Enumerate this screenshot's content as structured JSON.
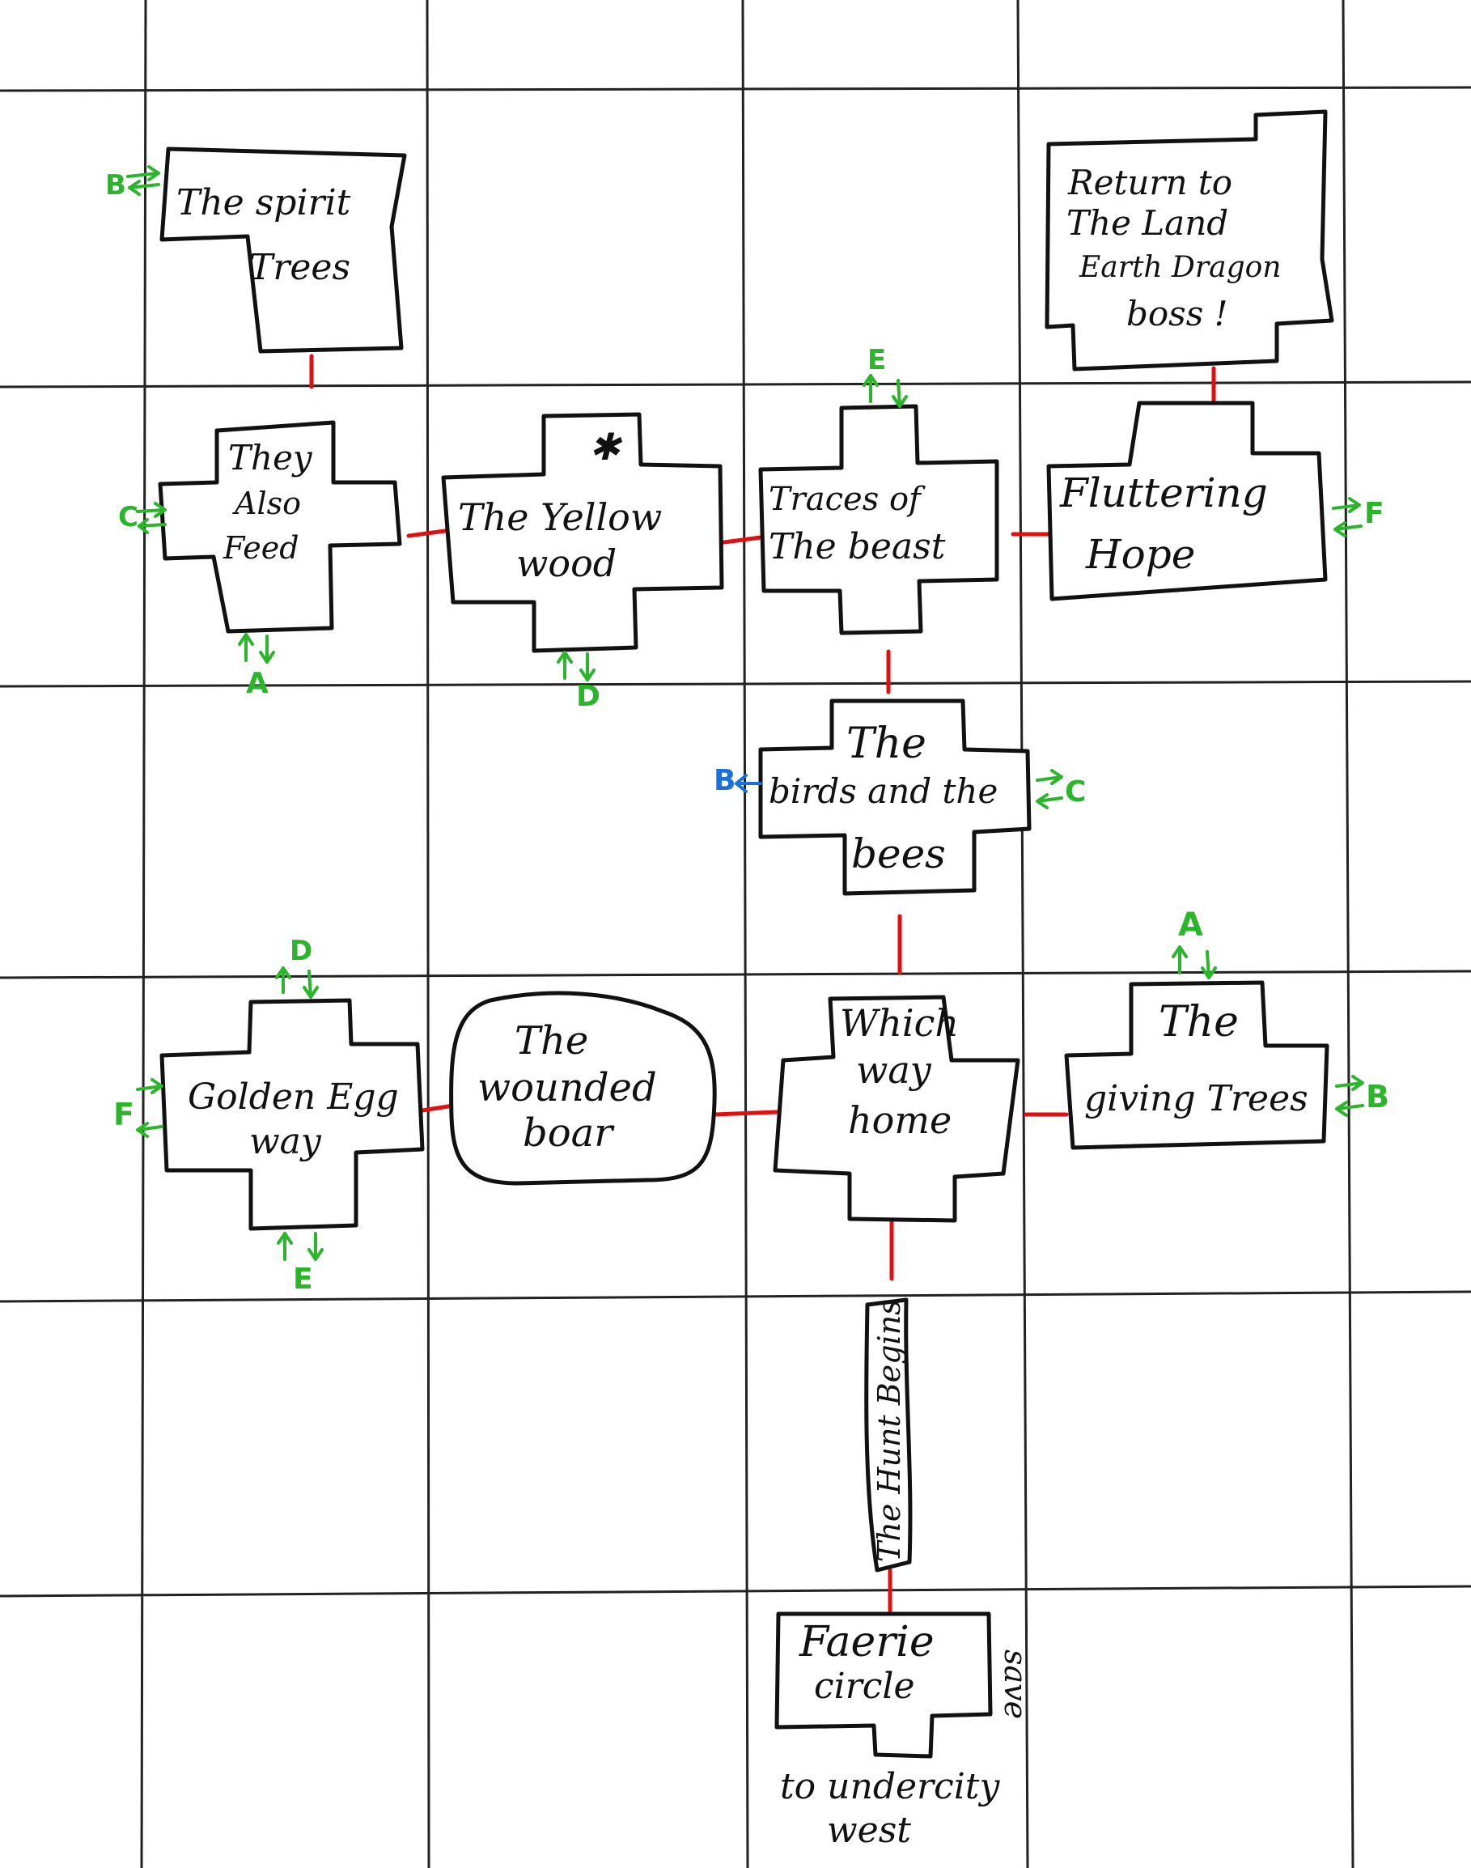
{
  "rooms": {
    "spirit_trees": {
      "lines": [
        "The spirit",
        "Trees"
      ]
    },
    "return_land": {
      "lines": [
        "Return to",
        "The Land",
        "Earth Dragon",
        "boss !"
      ]
    },
    "they_also_feed": {
      "lines": [
        "They",
        "Also",
        "Feed"
      ]
    },
    "yellow_wood": {
      "lines": [
        "The Yellow",
        "wood"
      ],
      "star": "✱"
    },
    "traces_beast": {
      "lines": [
        "Traces of",
        "The beast"
      ]
    },
    "fluttering_hope": {
      "lines": [
        "Fluttering",
        "Hope"
      ]
    },
    "birds_bees": {
      "lines": [
        "The",
        "birds and the",
        "bees"
      ]
    },
    "golden_egg": {
      "lines": [
        "Golden Egg",
        "way"
      ]
    },
    "wounded_boar": {
      "lines": [
        "The",
        "wounded",
        "boar"
      ]
    },
    "which_way_home": {
      "lines": [
        "Which",
        "way",
        "home"
      ]
    },
    "giving_trees": {
      "lines": [
        "The",
        "giving Trees"
      ]
    },
    "hunt_begins": {
      "lines": [
        "The Hunt Begins"
      ]
    },
    "faerie_circle": {
      "lines": [
        "Faerie",
        "circle"
      ]
    }
  },
  "annotations": {
    "save": "save",
    "exit_note": [
      "to undercity",
      "west"
    ]
  },
  "exit_markers": {
    "spirit_trees_west": "B",
    "they_also_feed_west": "C",
    "they_also_feed_south": "A",
    "yellow_wood_south": "D",
    "traces_beast_north": "E",
    "fluttering_hope_east": "F",
    "birds_bees_west": "B",
    "birds_bees_east": "C",
    "golden_egg_north": "D",
    "golden_egg_west": "F",
    "golden_egg_south": "E",
    "giving_trees_north": "A",
    "giving_trees_east": "B"
  },
  "colors": {
    "connector": "#e01010",
    "marker_primary": "#2bb52b",
    "marker_secondary": "#1a6fe0",
    "grid": "#222222"
  }
}
